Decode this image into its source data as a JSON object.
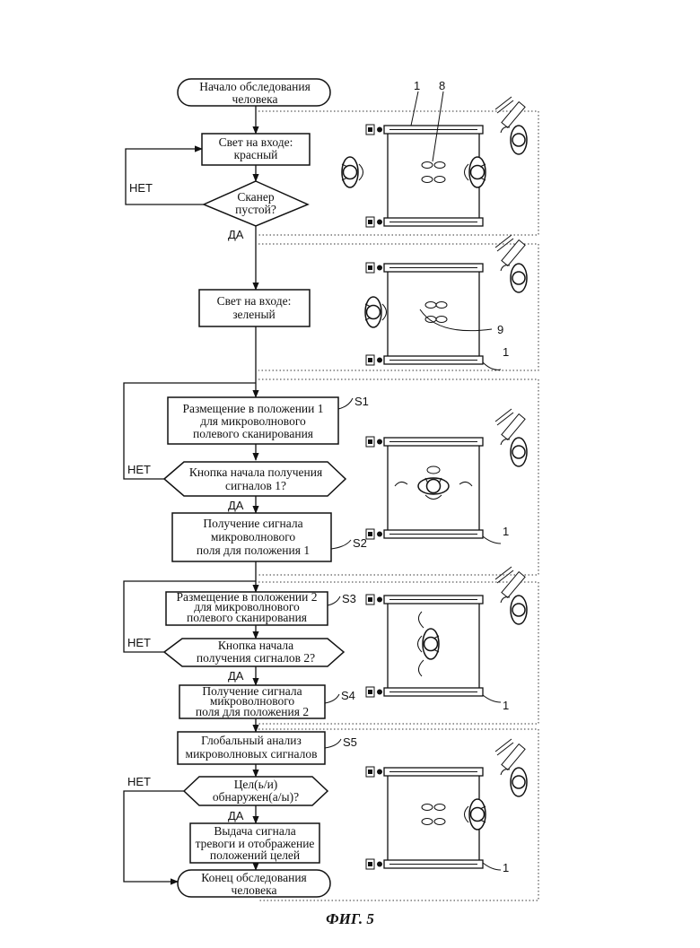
{
  "flowchart": {
    "start": [
      "Начало обследования",
      "человека"
    ],
    "light_red": [
      "Свет на входе:",
      "красный"
    ],
    "scanner_empty": [
      "Сканер",
      "пустой?"
    ],
    "light_green": [
      "Свет на входе:",
      "зеленый"
    ],
    "s1_place": [
      "Размещение в положении 1",
      "для микроволнового",
      "полевого сканирования"
    ],
    "s1_button": [
      "Кнопка начала получения",
      "сигналов 1?"
    ],
    "s2_acquire": [
      "Получение сигнала",
      "микроволнового",
      "поля для положения 1"
    ],
    "s3_place": [
      "Размещение в положении 2",
      "для микроволнового",
      "полевого сканирования"
    ],
    "s3_button": [
      "Кнопка начала",
      "получения сигналов 2?"
    ],
    "s4_acquire": [
      "Получение сигнала",
      "микроволнового",
      "поля для положения 2"
    ],
    "s5_analysis": [
      "Глобальный анализ",
      "микроволновых сигналов"
    ],
    "target_detected": [
      "Цел(ь/и)",
      "обнаружен(а/ы)?"
    ],
    "alarm": [
      "Выдача сигнала",
      "тревоги и отображение",
      "положений целей"
    ],
    "end": [
      "Конец обследования",
      "человека"
    ]
  },
  "labels": {
    "no": "НЕТ",
    "yes": "ДА",
    "s1": "S1",
    "s2": "S2",
    "s3": "S3",
    "s4": "S4",
    "s5": "S5",
    "ref_1": "1",
    "ref_8": "8",
    "ref_9": "9"
  },
  "caption": "ФИГ. 5"
}
